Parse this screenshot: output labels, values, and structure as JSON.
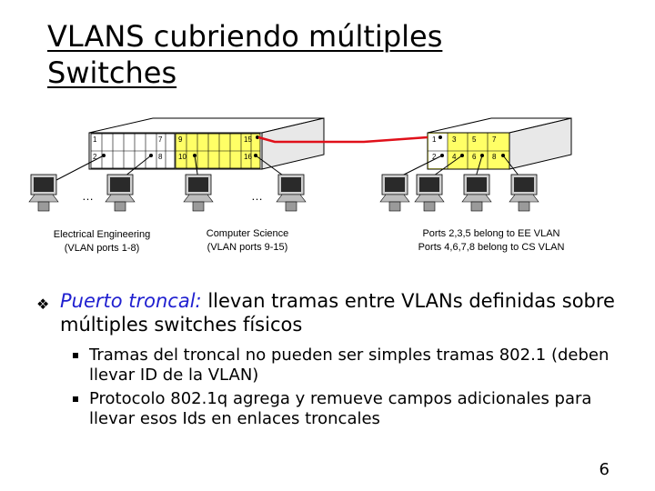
{
  "title": {
    "line1": "VLANS cubriendo múltiples",
    "line2": "Switches"
  },
  "diagram": {
    "switch_left": {
      "ports_top": [
        "1",
        "7",
        "9",
        "15"
      ],
      "ports_bottom": [
        "2",
        "8",
        "10",
        "16"
      ],
      "group1_dots": "…",
      "group2_dots": "…"
    },
    "switch_right": {
      "ports_top": [
        "1",
        "3",
        "5",
        "7"
      ],
      "ports_bottom": [
        "2",
        "4",
        "6",
        "8"
      ]
    },
    "link_color": "#e0101a",
    "captions": {
      "ee_line1": "Electrical Engineering",
      "ee_line2": "(VLAN ports 1-8)",
      "cs_line1": "Computer Science",
      "cs_line2": "(VLAN ports 9-15)",
      "right_line1": "Ports 2,3,5 belong to EE VLAN",
      "right_line2": "Ports 4,6,7,8 belong to CS VLAN"
    }
  },
  "bullets": {
    "main_em": "Puerto troncal:",
    "main_rest": " llevan tramas entre VLANs definidas sobre múltiples switches físicos",
    "sub": [
      "Tramas del troncal no pueden ser simples tramas 802.1 (deben llevar ID de la VLAN)",
      "Protocolo 802.1q agrega y remueve campos adicionales para llevar esos Ids en enlaces troncales"
    ]
  },
  "page_number": "6"
}
